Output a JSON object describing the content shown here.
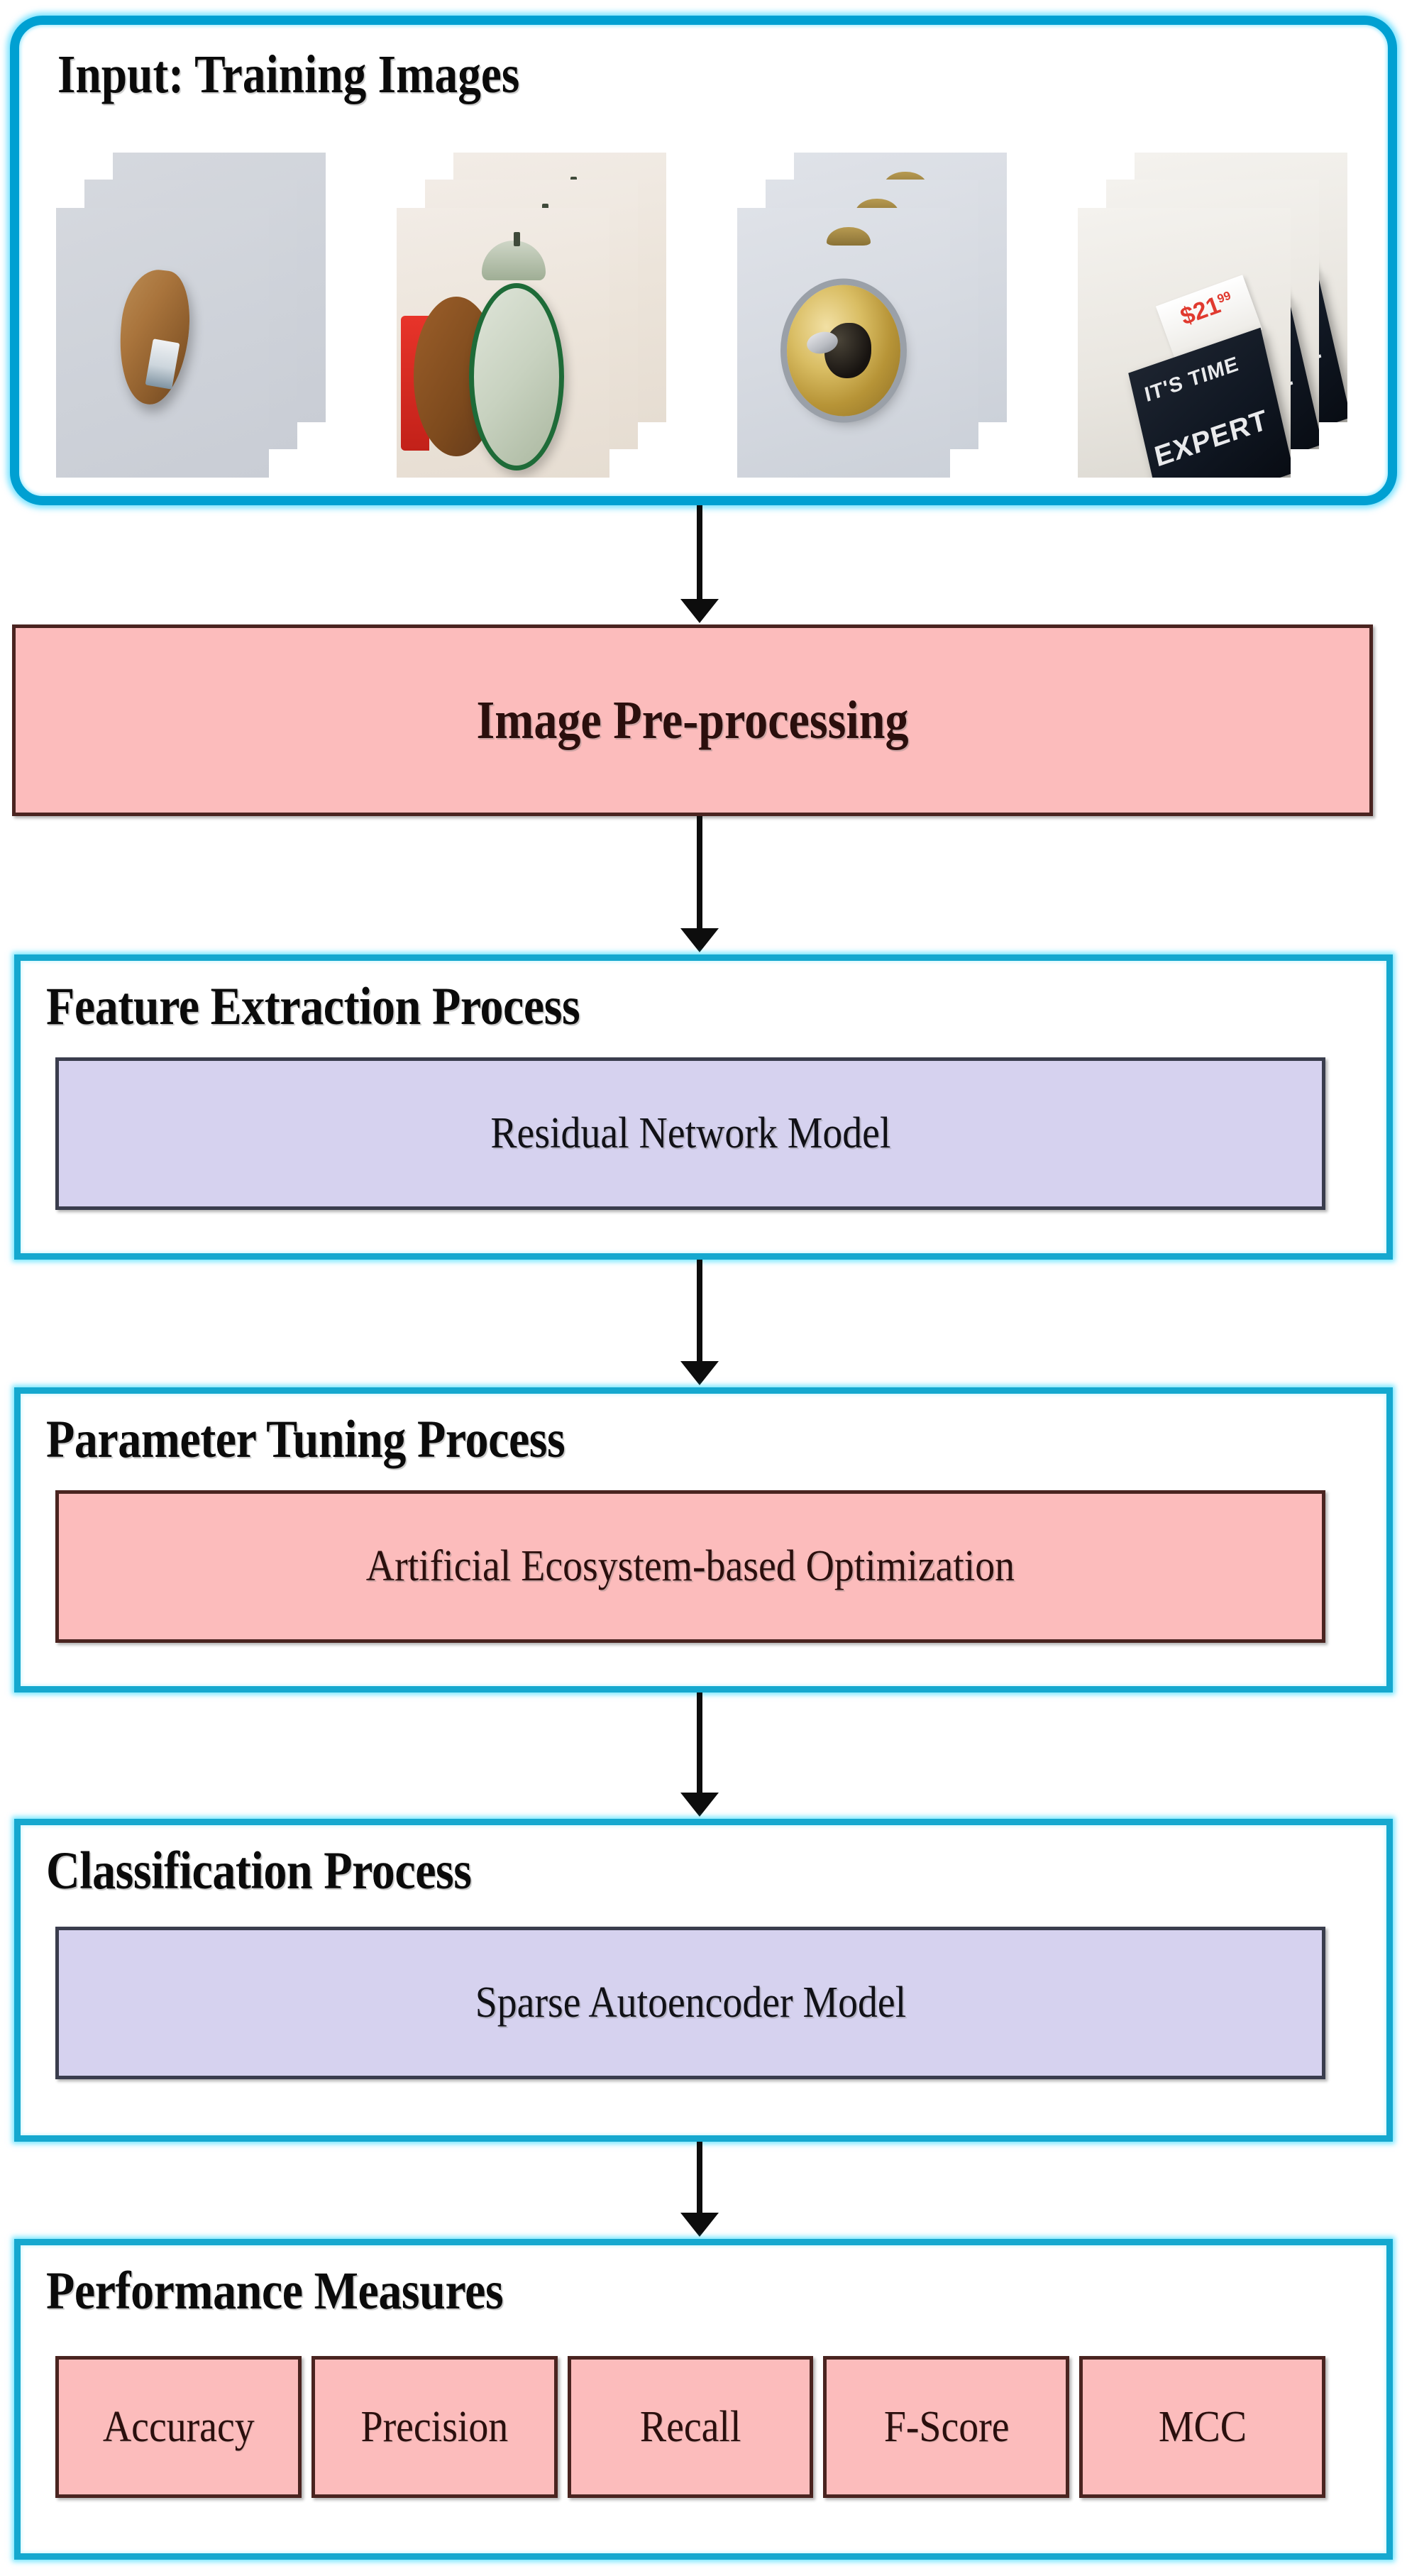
{
  "diagram": {
    "type": "flowchart",
    "orientation": "vertical",
    "colors": {
      "container_border": "#15a8cf",
      "input_border": "#00a0d2",
      "pink_fill": "#fcbcbc",
      "pink_border": "#4a2420",
      "lavender_fill": "#d6d2ef",
      "lavender_border": "#3a3d4d",
      "arrow": "#0d0d0d",
      "background": "#ffffff"
    },
    "stages": [
      {
        "id": "input",
        "title": "Input: Training Images",
        "thumbnails": [
          "crumpled-brown-package-photo",
          "green-rimmed-jar-lid-photo",
          "gold-can-top-photo",
          "black-book-with-price-tag-photo"
        ]
      },
      {
        "id": "preprocessing",
        "label": "Image Pre-processing"
      },
      {
        "id": "feature-extraction",
        "title": "Feature Extraction Process",
        "model": "Residual Network Model"
      },
      {
        "id": "parameter-tuning",
        "title": "Parameter Tuning Process",
        "model": "Artificial Ecosystem-based Optimization"
      },
      {
        "id": "classification",
        "title": "Classification Process",
        "model": "Sparse Autoencoder Model"
      },
      {
        "id": "performance",
        "title": "Performance Measures",
        "measures": [
          "Accuracy",
          "Precision",
          "Recall",
          "F-Score",
          "MCC"
        ]
      }
    ]
  },
  "book_photo": {
    "price": "$21",
    "price_sup": "99",
    "line1": "IT'S TIME",
    "line2": "EXPERT"
  }
}
